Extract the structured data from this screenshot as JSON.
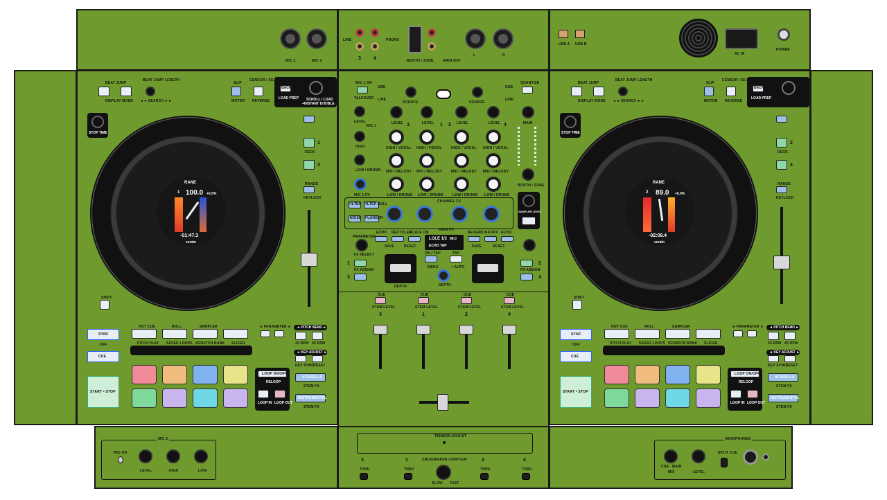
{
  "rear_panel": {
    "mic_inputs": [
      "MIC 1",
      "MIC 2"
    ],
    "channel_inputs": [
      "3",
      "4"
    ],
    "switch_labels": [
      "LINE",
      "PHONO"
    ],
    "booth_label": "BOOTH / ZONE",
    "main_out_label": "MAIN OUT",
    "main_out_channels": [
      "L",
      "R"
    ],
    "usb_labels": [
      "USB A",
      "USB B"
    ],
    "ac_label": "AC IN",
    "power_label": "POWER"
  },
  "deck_left": {
    "beat_jump_label": "BEAT JUMP",
    "beat_jump_length_label": "BEAT JUMP LENGTH",
    "display_mode_label": "DISPLAY MODE",
    "search_label": "◄◄ SEARCH ►►",
    "slip_label": "SLIP",
    "motor_label": "MOTOR",
    "censor_label": "CENSOR / SILENT CUE",
    "reverse_label": "REVERSE",
    "back_label": "BACK",
    "load_prep_label": "LOAD PREP",
    "scroll_label": "SCROLL / LOAD",
    "instant_double_label": "+INSTANT DOUBLE",
    "stop_time_label": "STOP TIME",
    "deck_label": "DECK",
    "deck_numbers": [
      "1",
      "3"
    ],
    "range_label": "RANGE",
    "keylock_label": "KEYLOCK",
    "shift_label": "SHIFT",
    "sync_label": "SYNC",
    "off_label": "OFF",
    "cue_label": "CUE",
    "start_stop_label": "START • STOP",
    "screen_brand": "RANE",
    "screen_bpm": "100.0",
    "screen_pitch": "+0.0%",
    "screen_time": "-01:47.3",
    "screen_deck": "1",
    "screen_logo": "serato",
    "mode_buttons": [
      "HOT CUE",
      "ROLL",
      "SAMPLER",
      ""
    ],
    "mode_sub_labels": [
      "PITCH PLAY",
      "SAVED LOOPS",
      "SCRATCH BANK",
      "SLICER"
    ],
    "parameter_label": "◄ PARAMETER ►",
    "pitch_bend_label": "◄ PITCH BEND ►",
    "pitch_bend_sub": [
      "33 RPM",
      "45 RPM"
    ],
    "key_adjust_label": "◄ KEY ADJUST ►",
    "key_sync_label": "KEY SYNC",
    "reset_label": "RESET",
    "loop_label": "LOOP ON/OFF",
    "reloop_label": "RELOOP",
    "loop_in_label": "LOOP IN",
    "loop_out_label": "LOOP OUT",
    "acapella_label": "ACAPELLA",
    "stem_fx_label": "STEM FX",
    "instrumental_label": "INSTRUMENTAL",
    "stem_fx2_label": "STEM FX"
  },
  "deck_right": {
    "screen_bpm": "89.0",
    "screen_pitch": "+0.0%",
    "screen_time": "-02:09.4",
    "screen_deck": "2",
    "deck_numbers": [
      "2",
      "4"
    ]
  },
  "mixer": {
    "mic_on_label": "MIC 1 ON",
    "talkover_label": "TALKOVER",
    "usb_label": "USB",
    "line_label": "LINE",
    "source_label": "SOURCE",
    "quantize_label": "QUANTIZE",
    "level_label": "LEVEL",
    "high_label": "HIGH",
    "mid_label": "MID / MELODY",
    "low_label": "LOW / DRUMS",
    "high_vocal_label": "HIGH / VOCAL",
    "mic1_label": "MIC 1",
    "mic1_fx_label": "MIC 1 FX",
    "main_label": "MAIN",
    "booth_label": "BOOTH / ZONE",
    "sampler_label": "SAMPLER LEVEL",
    "channel_columns": [
      "3",
      "1",
      "2",
      "4"
    ],
    "filter_label": "FILTER",
    "filter_roll_label": "FILTER ROLL",
    "noise_label": "NOISE",
    "flanger_label": "FLANGER",
    "channel_fx_label": "CHANNEL FX",
    "reverb_label": "REVERB",
    "matrix_label": "MATRIX",
    "echo_label": "ECHO",
    "recycler_label": "RECYCLER",
    "scale_label": "SCALE ON",
    "echo_r_label": "ECHO",
    "main_fx_label": "MAIN FX",
    "save_label": "SAVE",
    "reset_label": "RESET",
    "parameter_label": "PARAMETER",
    "fx_select_label": "FX SELECT",
    "fx_assign_label": "FX ASSIGN",
    "fx_display_name": "LOLE 1/2",
    "fx_display_bpm": "88.0",
    "fx_display_sub": "ECHO   TAP",
    "on_tap_label": "ON / TAP",
    "menu_label": "MENU",
    "tap_label": "TAP",
    "auto_label": "+ AUTO",
    "depth_label": "DEPTH",
    "fx_assign_left": [
      "1",
      "3"
    ],
    "fx_assign_right": [
      "2",
      "4"
    ],
    "cue_label": "CUE",
    "stem_level_label": "STEM LEVEL",
    "fader_numbers": [
      "3",
      "1",
      "2",
      "4"
    ],
    "tension_label": "TENSION ADJUST",
    "crossfader_contour_label": "CROSSFADER CONTOUR",
    "slow_label": "SLOW",
    "fast_label": "FAST",
    "thru_label": "THRU",
    "front_channels": [
      "3",
      "1",
      "2",
      "4"
    ]
  },
  "front_left": {
    "mic2_label": "MIC 2",
    "mic_on_label": "MIC ON",
    "level_label": "LEVEL",
    "high_label": "HIGH",
    "low_label": "LOW"
  },
  "front_right": {
    "headphones_label": "HEADPHONES",
    "split_cue_label": "SPLIT CUE",
    "mix_label": "MIX",
    "level_label": "LEVEL",
    "cue_label": "CUE",
    "main_label": "MAIN"
  },
  "colors": {
    "body_green": "#6e9a2e",
    "outline": "#1a1a1a",
    "pad_colors": [
      "#f08a98",
      "#f0bc7e",
      "#7fb2ee",
      "#e8e48a",
      "#7ed99a",
      "#cab6ee",
      "#6ed8e6",
      "#c9b5ee"
    ]
  }
}
